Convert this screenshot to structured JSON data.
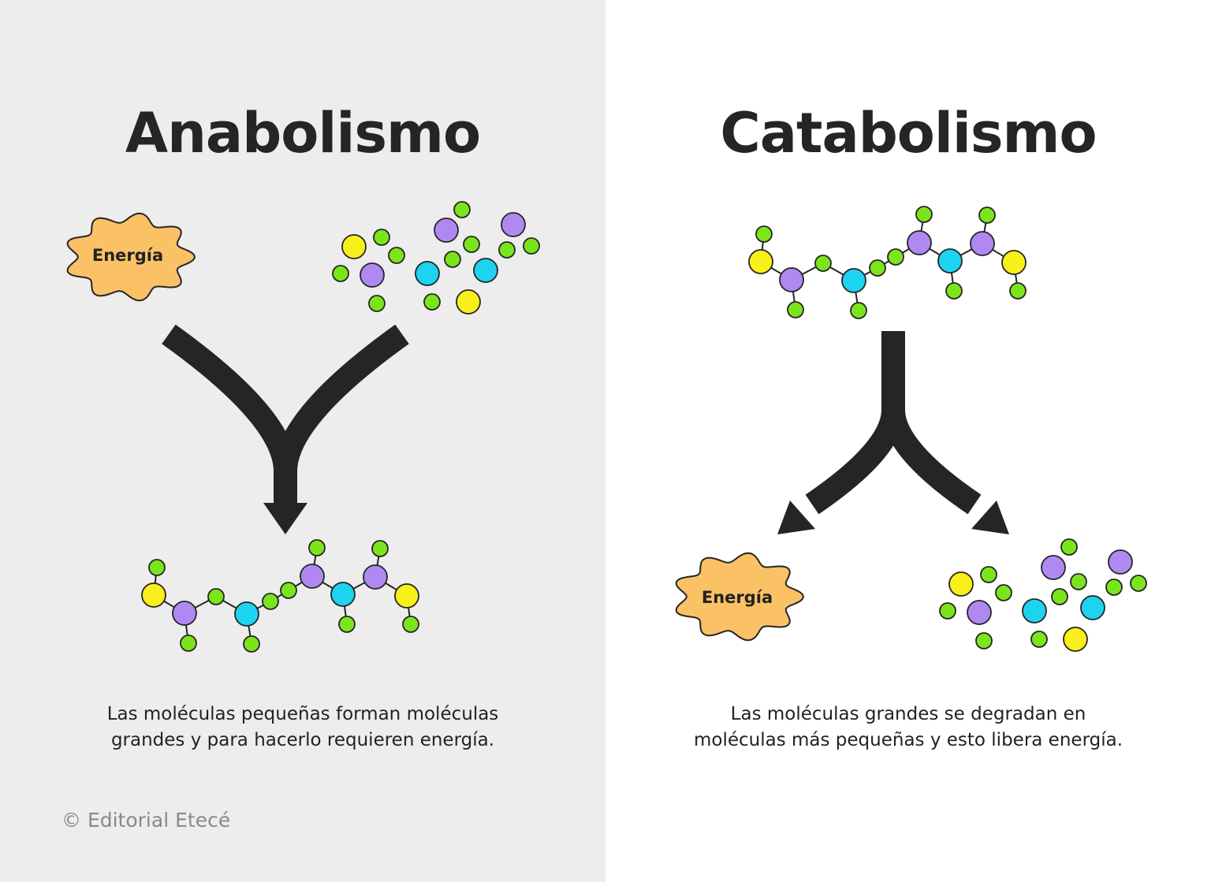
{
  "colors": {
    "left_background": "#ededed",
    "right_background": "#ffffff",
    "arrow": "#252525",
    "energy_burst": "#fbc165",
    "atom_purple": "#b088f2",
    "atom_cyan": "#1cd3f0",
    "atom_yellow": "#f9ef1a",
    "atom_green": "#7be51c"
  },
  "anabolism": {
    "title": "Anabolismo",
    "energy_label": "Energía",
    "caption_line1": "Las moléculas pequeñas forman moléculas",
    "caption_line2": "grandes y para hacerlo requieren energía."
  },
  "catabolism": {
    "title": "Catabolismo",
    "energy_label": "Energía",
    "caption_line1": "Las moléculas grandes se degradan en",
    "caption_line2": "moléculas más pequeñas y esto libera energía."
  },
  "credit": "© Editorial Etecé"
}
